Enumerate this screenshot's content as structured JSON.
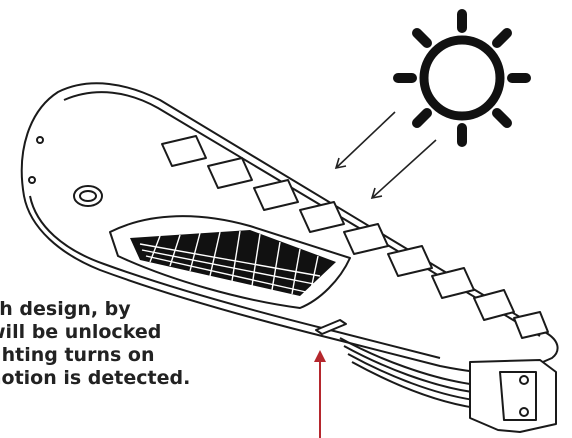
{
  "caption": {
    "lines": [
      "ch design, by",
      "will be unlocked",
      "ghting turns on",
      "notion is detected."
    ]
  },
  "colors": {
    "line": "#1a1a1a",
    "arrow_red": "#b5272d",
    "sun": "#111111"
  },
  "icons": {
    "sun": "sun-icon",
    "light_rays": "arrow-down-left-icon",
    "pointer": "arrow-up-icon"
  }
}
